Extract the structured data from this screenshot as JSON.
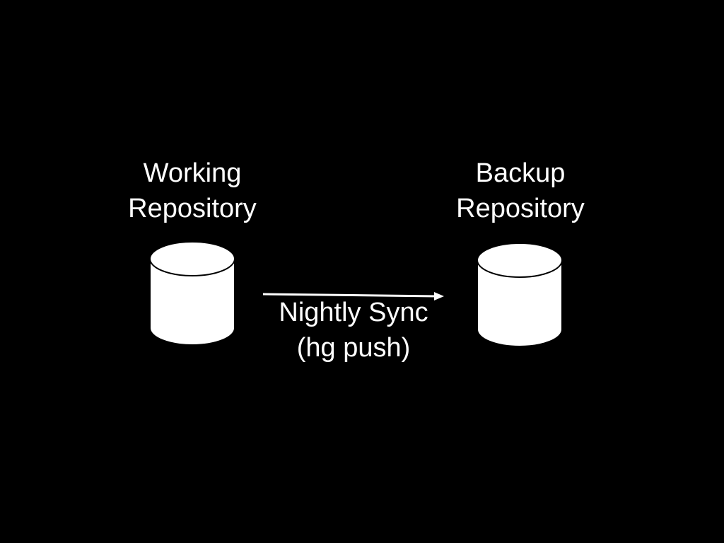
{
  "nodes": {
    "working": {
      "line1": "Working",
      "line2": "Repository",
      "icon": "database-icon"
    },
    "backup": {
      "line1": "Backup",
      "line2": "Repository",
      "icon": "database-icon"
    }
  },
  "edge": {
    "line1": "Nightly Sync",
    "line2": "(hg push)",
    "icon": "arrow-right-icon"
  },
  "colors": {
    "background": "#000000",
    "foreground": "#ffffff"
  }
}
